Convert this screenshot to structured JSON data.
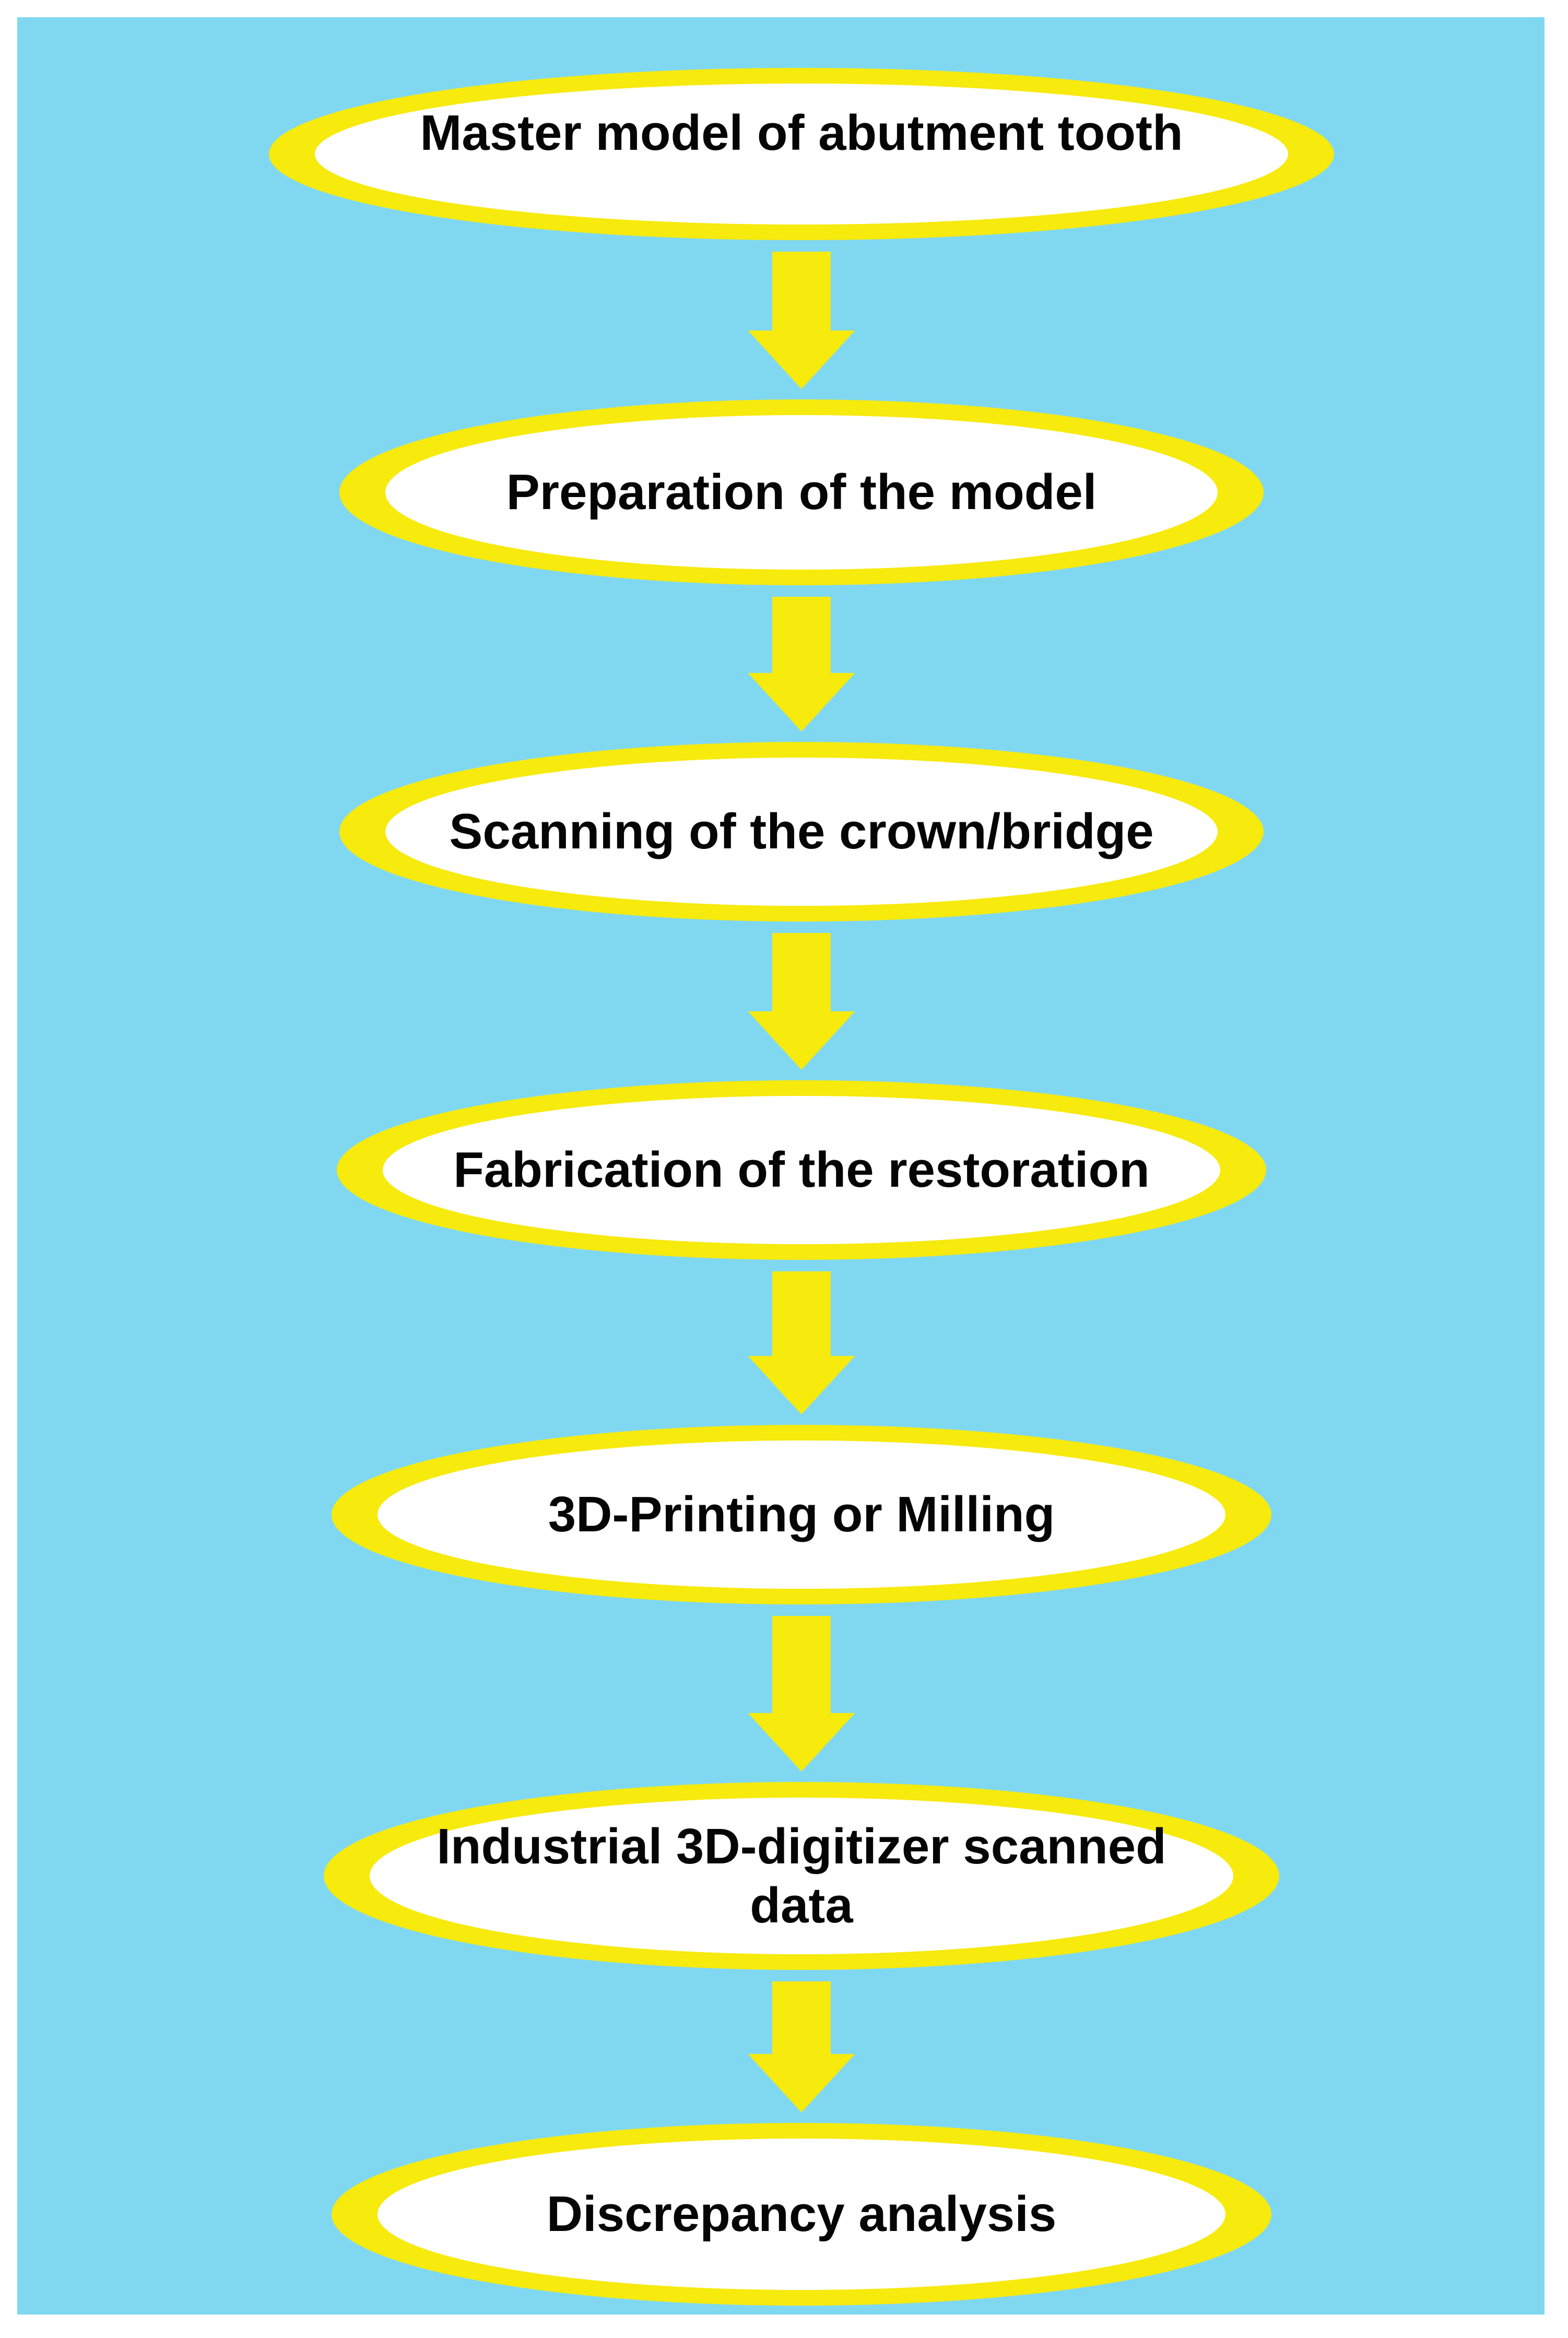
{
  "figure": {
    "type": "flowchart",
    "title": "CAD/CAM crown-bridge fabrication and analysis workflow",
    "background_color": "#ffffff",
    "panel_color": "#80d8f0",
    "node_fill_color": "#ffffff",
    "node_border_color": "#f7ea0d",
    "arrow_color": "#f7ea0d",
    "text_color": "#050505"
  },
  "flowchart": {
    "direction": "top-down",
    "connector": "down-arrow",
    "nodes": [
      {
        "id": "master-model",
        "label": "Master model of abutment tooth"
      },
      {
        "id": "preparation",
        "label": "Preparation of the model"
      },
      {
        "id": "scanning",
        "label": "Scanning of the crown/bridge"
      },
      {
        "id": "fabrication",
        "label": "Fabrication of the restoration"
      },
      {
        "id": "printing-milling",
        "label": "3D-Printing or Milling"
      },
      {
        "id": "digitizer-data",
        "label": "Industrial 3D-digitizer scanned\ndata"
      },
      {
        "id": "discrepancy",
        "label": "Discrepancy analysis"
      }
    ]
  }
}
